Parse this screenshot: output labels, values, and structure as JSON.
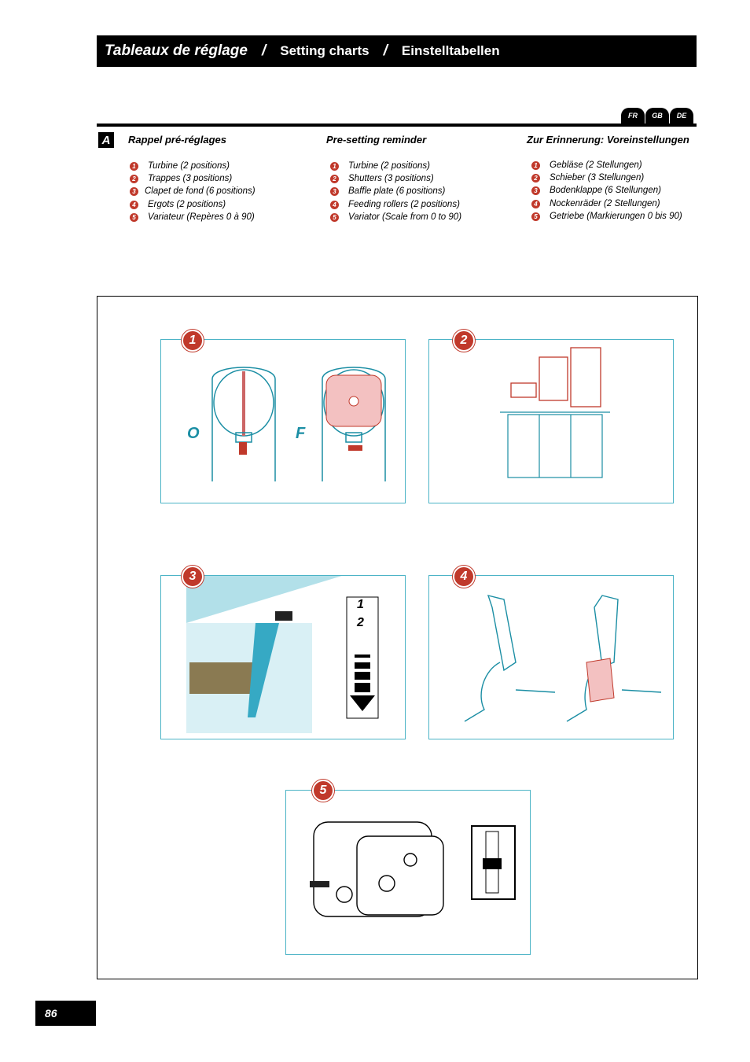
{
  "header": {
    "title_fr": "Tableaux de réglage",
    "sep": "/",
    "title_gb": "Setting charts",
    "title_de": "Einstelltabellen"
  },
  "languages": [
    "FR",
    "GB",
    "DE"
  ],
  "section": {
    "letter": "A"
  },
  "columns": [
    {
      "title": "Rappel pré-réglages",
      "items": [
        "Turbine  (2 positions)",
        "Trappes (3 positions)",
        "Clapet de fond  (6 positions)",
        "Ergots  (2 positions)",
        "Variateur  (Repères  0  à  90)"
      ]
    },
    {
      "title": "Pre-setting reminder",
      "items": [
        "Turbine (2 positions)",
        "Shutters (3 positions)",
        "Baffle plate (6 positions)",
        "Feeding rollers (2 positions)",
        "Variator (Scale from 0 to 90)"
      ]
    },
    {
      "title": "Zur Erinnerung: Voreinstellungen",
      "items": [
        "Gebläse (2 Stellungen)",
        "Schieber (3 Stellungen)",
        "Bodenklappe (6 Stellungen)",
        "Nockenräder (2 Stellungen)",
        "Getriebe (Markierungen 0 bis 90)"
      ]
    }
  ],
  "item_numbers": [
    "1",
    "2",
    "3",
    "4",
    "5"
  ],
  "panels": [
    {
      "number": "1",
      "labels": [
        "O",
        "F"
      ]
    },
    {
      "number": "2"
    },
    {
      "number": "3",
      "scale_labels": [
        "1",
        "2"
      ]
    },
    {
      "number": "4"
    },
    {
      "number": "5"
    }
  ],
  "page_number": "86",
  "colors": {
    "accent": "#c0392b",
    "teal": "#4bb3c6",
    "dark": "#000000"
  }
}
